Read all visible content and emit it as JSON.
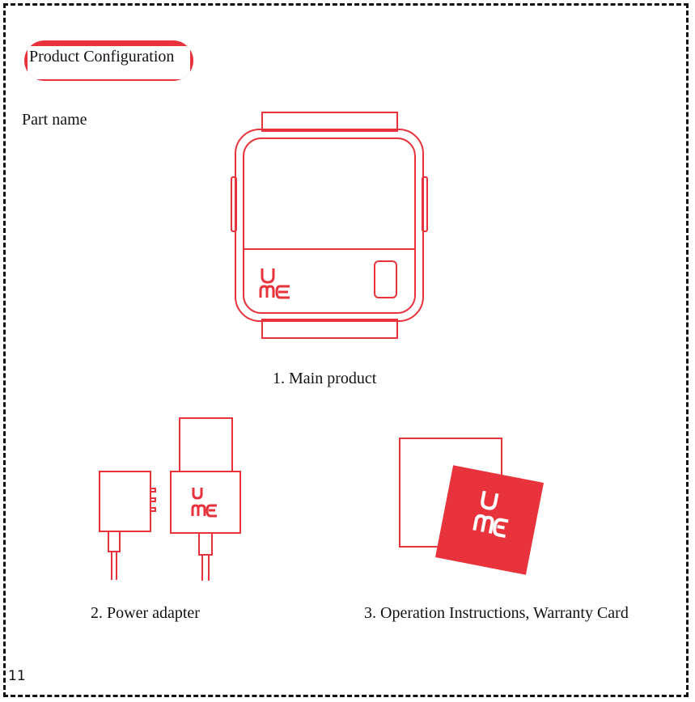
{
  "section": {
    "title": "Product Configuration"
  },
  "subheading": "Part name",
  "brand_logo": {
    "line1": "U",
    "line2": "ME"
  },
  "items": [
    {
      "caption": "1. Main product",
      "icon": "smartwatch-icon"
    },
    {
      "caption": "2. Power adapter",
      "icon": "power-adapter-icon"
    },
    {
      "caption": "3. Operation Instructions, Warranty Card",
      "icon": "documents-icon"
    }
  ],
  "page_number": "11",
  "colors": {
    "accent": "#e8323c",
    "text": "#111111",
    "frame": "#111111"
  }
}
